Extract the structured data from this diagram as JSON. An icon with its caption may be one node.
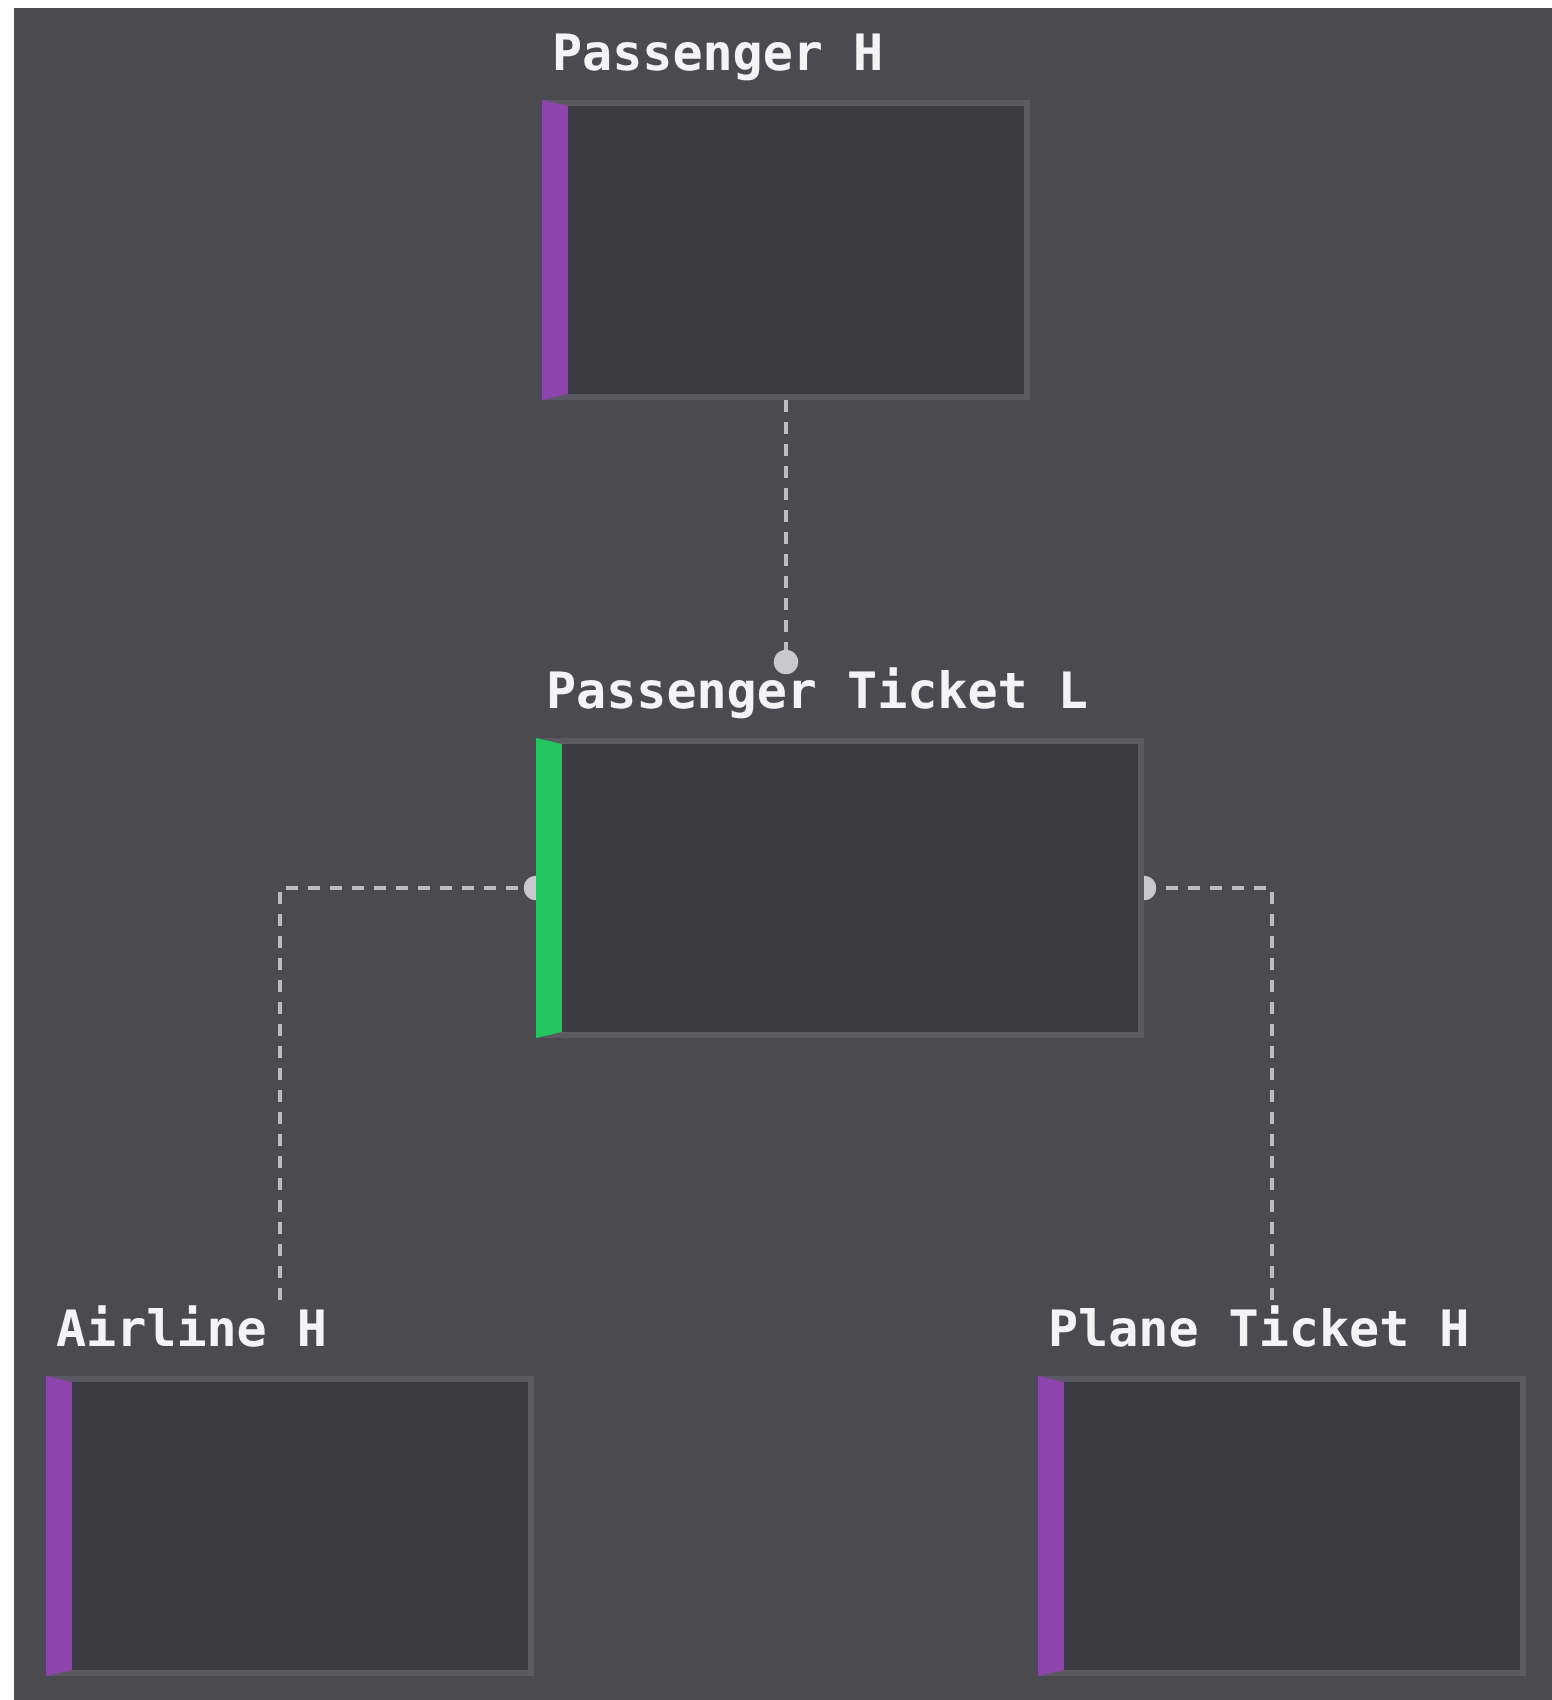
{
  "diagram": {
    "nodes": [
      {
        "text": [
          "Passenger H"
        ]
      },
      {
        "text": [
          "Passenger Ticket L"
        ]
      },
      {
        "text": [
          "Airline H"
        ]
      },
      {
        "text": [
          "Plane Ticket H"
        ]
      }
    ],
    "edges": [
      {
        "from": 0,
        "to": 1,
        "arrow": "other",
        "style": "dashed"
      },
      {
        "from": 2,
        "to": 1,
        "arrow": "other",
        "style": "dashed"
      },
      {
        "from": 3,
        "to": 1,
        "arrow": "other",
        "style": "dashed"
      }
    ]
  }
}
